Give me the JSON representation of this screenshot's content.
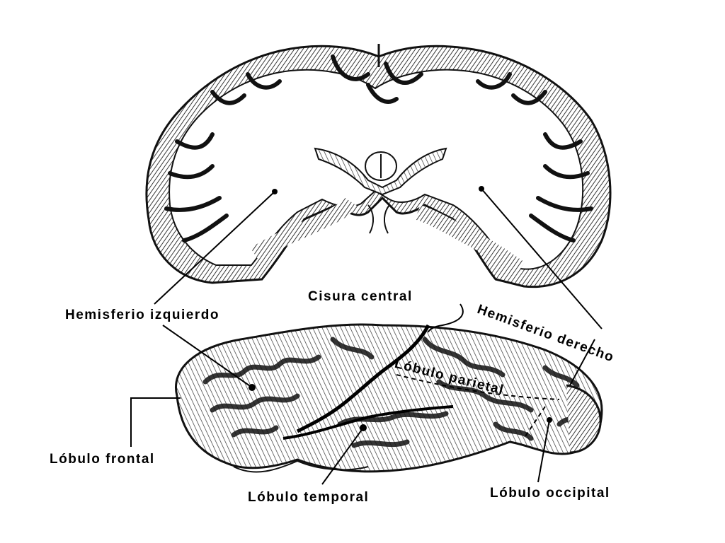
{
  "diagram": {
    "labels": {
      "hemisferio_izquierdo": "Hemisferio izquierdo",
      "cisura_central": "Cisura central",
      "hemisferio_derecho": "Hemisferio derecho",
      "lobulo_parietal": "Lóbulo parietal",
      "lobulo_frontal": "Lóbulo frontal",
      "lobulo_temporal": "Lóbulo temporal",
      "lobulo_occipital": "Lóbulo occipital"
    }
  }
}
